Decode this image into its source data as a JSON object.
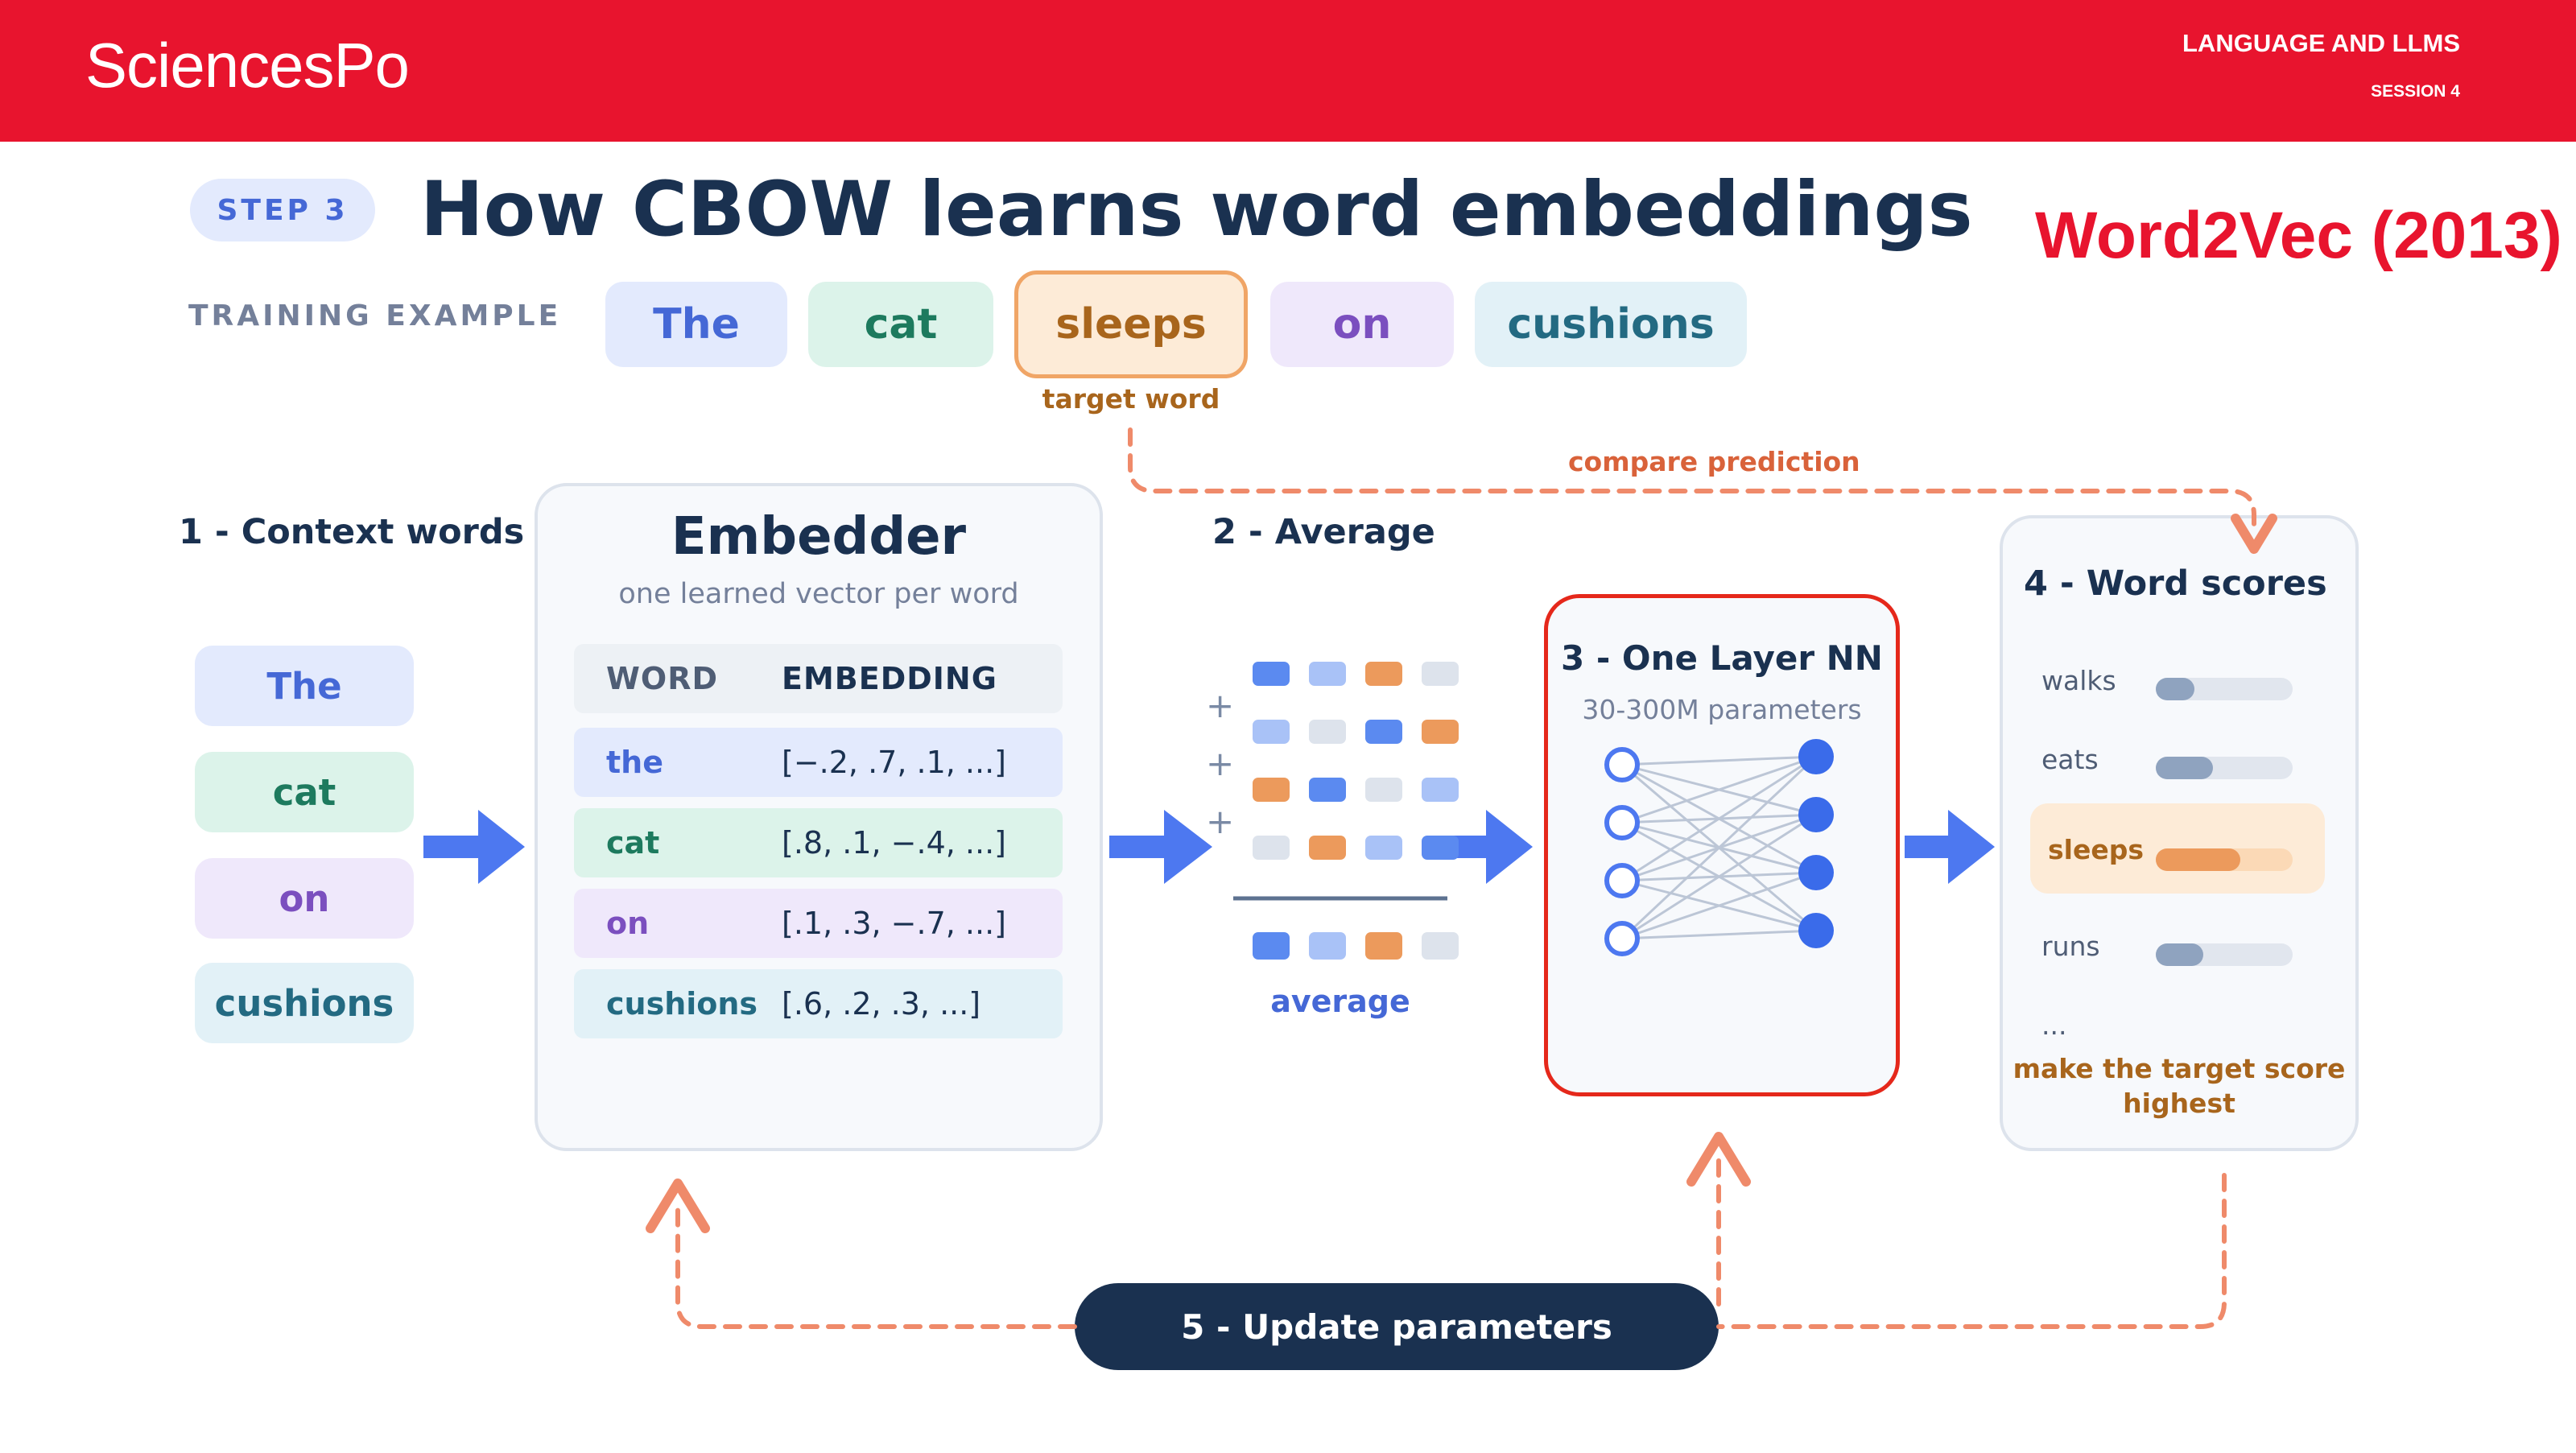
{
  "header": {
    "logo": "SciencesPo",
    "course": "LANGUAGE AND LLMS",
    "session": "SESSION 4"
  },
  "slide": {
    "step_badge": "STEP 3",
    "title": "How CBOW learns word embeddings",
    "corner_note": "Word2Vec (2013)"
  },
  "training": {
    "label": "TRAINING EXAMPLE",
    "tokens": [
      "The",
      "cat",
      "sleeps",
      "on",
      "cushions"
    ],
    "target_label": "target word",
    "compare_label": "compare prediction"
  },
  "context": {
    "label": "1 - Context words",
    "words": [
      "The",
      "cat",
      "on",
      "cushions"
    ]
  },
  "embedder": {
    "title": "Embedder",
    "subtitle": "one learned vector per word",
    "col_word": "WORD",
    "col_embedding": "EMBEDDING",
    "rows": [
      {
        "word": "the",
        "vector": "[−.2, .7, .1, ...]"
      },
      {
        "word": "cat",
        "vector": "[.8, .1, −.4, ...]"
      },
      {
        "word": "on",
        "vector": "[.1, .3, −.7, ...]"
      },
      {
        "word": "cushions",
        "vector": "[.6, .2, .3, ...]"
      }
    ]
  },
  "average": {
    "label": "2 - Average",
    "result_label": "average",
    "plus": "+"
  },
  "network": {
    "title": "3 - One Layer NN",
    "subtitle": "30-300M parameters"
  },
  "word_scores": {
    "title": "4 - Word scores",
    "items": [
      {
        "word": "walks",
        "score": 0.28
      },
      {
        "word": "eats",
        "score": 0.42
      },
      {
        "word": "sleeps",
        "score": 0.62
      },
      {
        "word": "runs",
        "score": 0.35
      }
    ],
    "ellipsis": "...",
    "note": "make the target score highest"
  },
  "update": {
    "label": "5 - Update parameters"
  },
  "colors": {
    "brand_red": "#e8142e",
    "navy": "#1a3150",
    "arrow_blue": "#4d78f0",
    "dashed_orange": "#ef8a6a",
    "nn_border": "#e5281b"
  }
}
